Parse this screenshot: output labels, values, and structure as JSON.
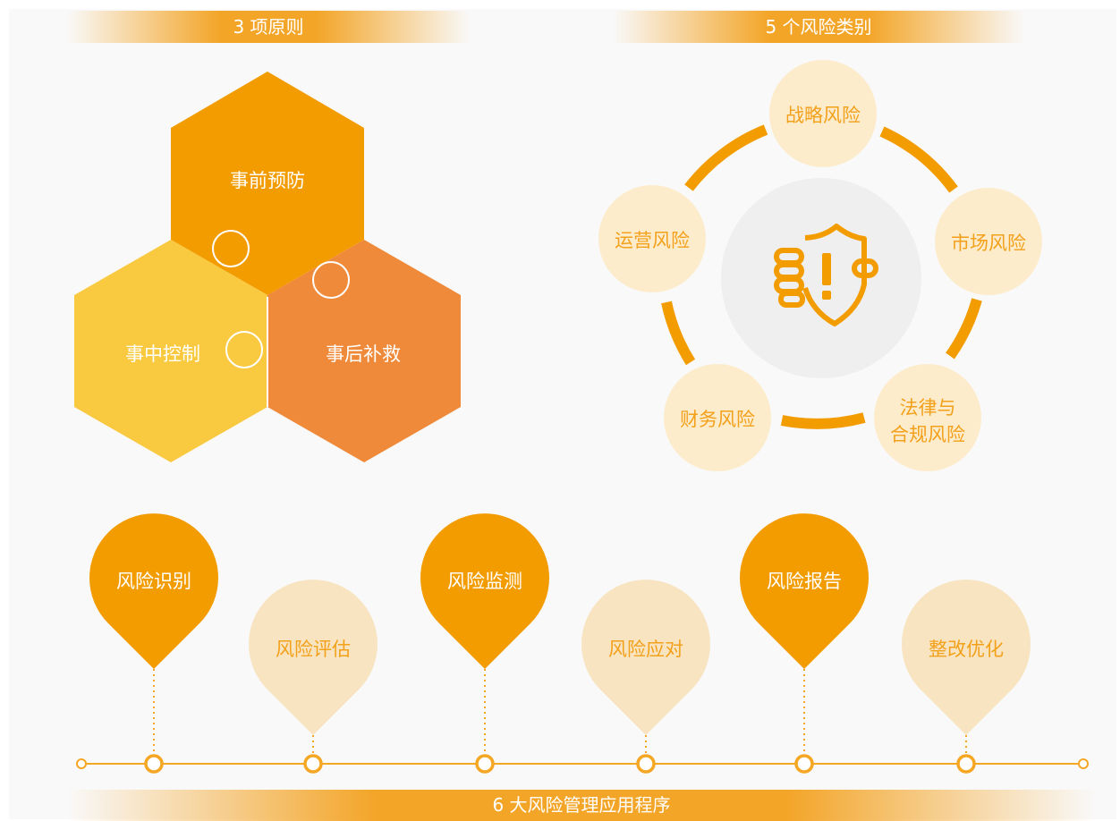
{
  "principles": {
    "title": "3 项原则",
    "items": [
      "事前预防",
      "事中控制",
      "事后补救"
    ]
  },
  "categories": {
    "title": "5 个风险类别",
    "items": [
      "战略风险",
      "市场风险",
      "法律与",
      "合规风险",
      "财务风险",
      "运营风险"
    ],
    "center_icon": "shield-warning-hand-icon"
  },
  "procedure": {
    "title": "6 大风险管理应用程序",
    "steps": [
      "风险识别",
      "风险评估",
      "风险监测",
      "风险应对",
      "风险报告",
      "整改优化"
    ]
  },
  "colors": {
    "dark_orange": "#f39c00",
    "coral": "#ef8a3a",
    "yellow": "#f9c940",
    "pale": "#fdeccc",
    "pale_pin": "#f8e4c0",
    "center": "#efefef"
  }
}
